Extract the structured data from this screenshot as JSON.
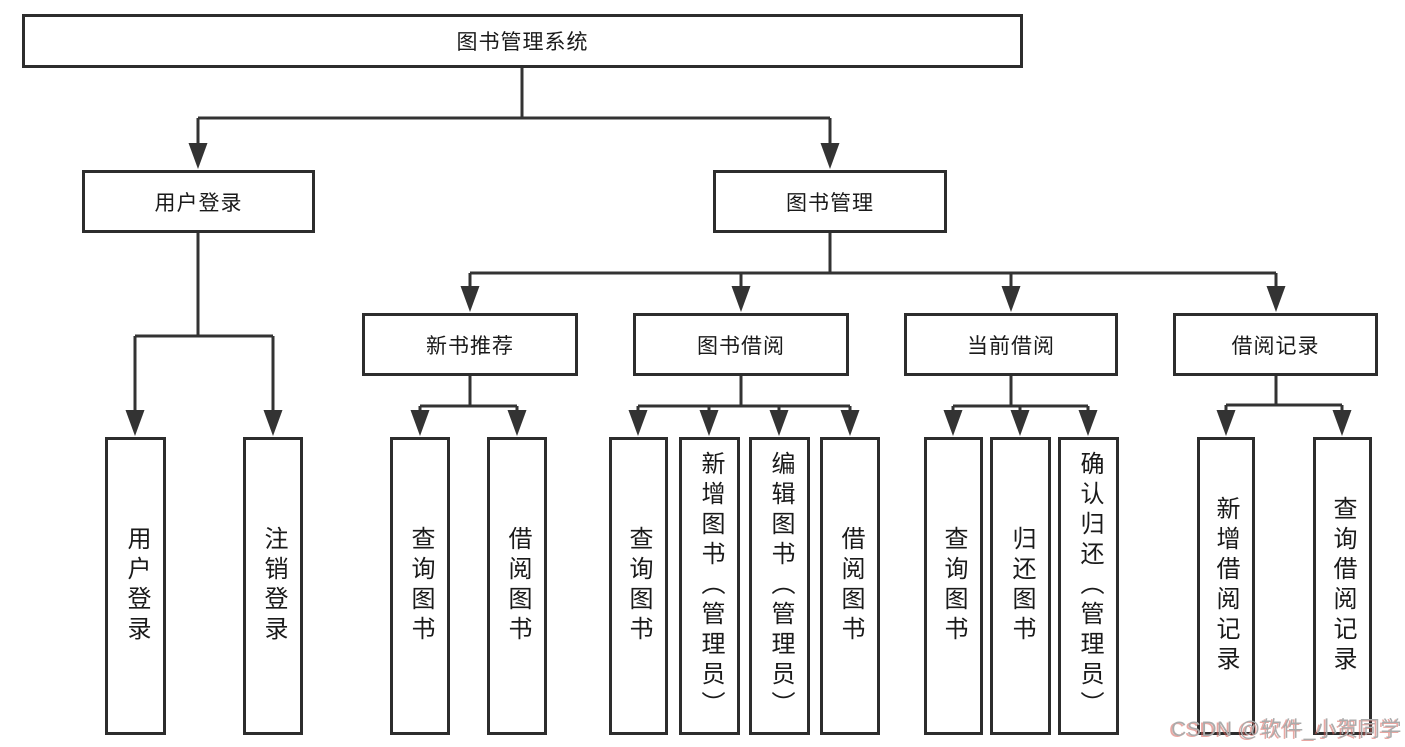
{
  "diagram": {
    "root": {
      "label": "图书管理系统"
    },
    "user_branch": {
      "label": "用户登录",
      "children": [
        {
          "label": "用户登录"
        },
        {
          "label": "注销登录"
        }
      ]
    },
    "mgmt_branch": {
      "label": "图书管理",
      "sections": [
        {
          "label": "新书推荐",
          "children": [
            {
              "label": "查询图书"
            },
            {
              "label": "借阅图书"
            }
          ]
        },
        {
          "label": "图书借阅",
          "children": [
            {
              "label": "查询图书"
            },
            {
              "label": "新增图书（管理员）"
            },
            {
              "label": "编辑图书（管理员）"
            },
            {
              "label": "借阅图书"
            }
          ]
        },
        {
          "label": "当前借阅",
          "children": [
            {
              "label": "查询图书"
            },
            {
              "label": "归还图书"
            },
            {
              "label": "确认归还（管理员）"
            }
          ]
        },
        {
          "label": "借阅记录",
          "children": [
            {
              "label": "新增借阅记录"
            },
            {
              "label": "查询借阅记录"
            }
          ]
        }
      ]
    }
  },
  "watermark": {
    "text": "CSDN @软件_小贺同学"
  },
  "colors": {
    "line": "#333333",
    "box_border": "#2d2d2d",
    "text": "#1a1a1a",
    "watermark_gray": "#ababab",
    "background": "#ffffff"
  }
}
